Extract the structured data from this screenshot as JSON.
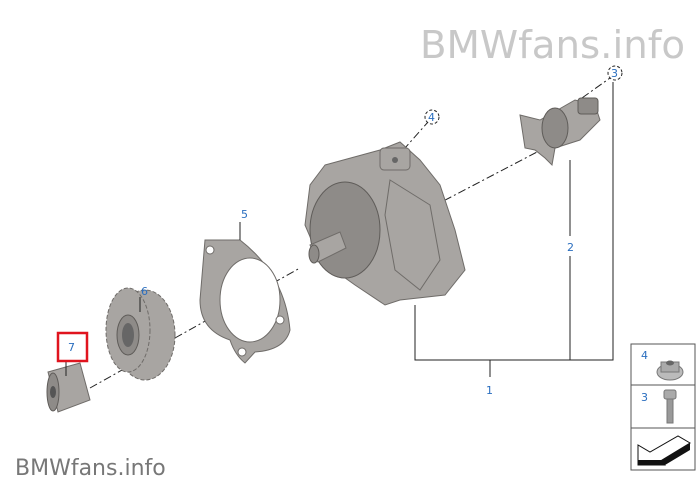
{
  "watermark": "BMWfans.info",
  "watermark_parts": {
    "brand": "BMWfans",
    "suffix": ".info"
  },
  "callouts": [
    "1",
    "2",
    "3",
    "4",
    "5",
    "6",
    "7"
  ],
  "selected_callout": "7",
  "legend": [
    {
      "number": "4",
      "part": "flange-nut"
    },
    {
      "number": "3",
      "part": "hex-bolt"
    }
  ],
  "colors": {
    "callout": "#2a6ebf",
    "highlight": "#e0141e",
    "watermark": "#c8c8c8"
  }
}
